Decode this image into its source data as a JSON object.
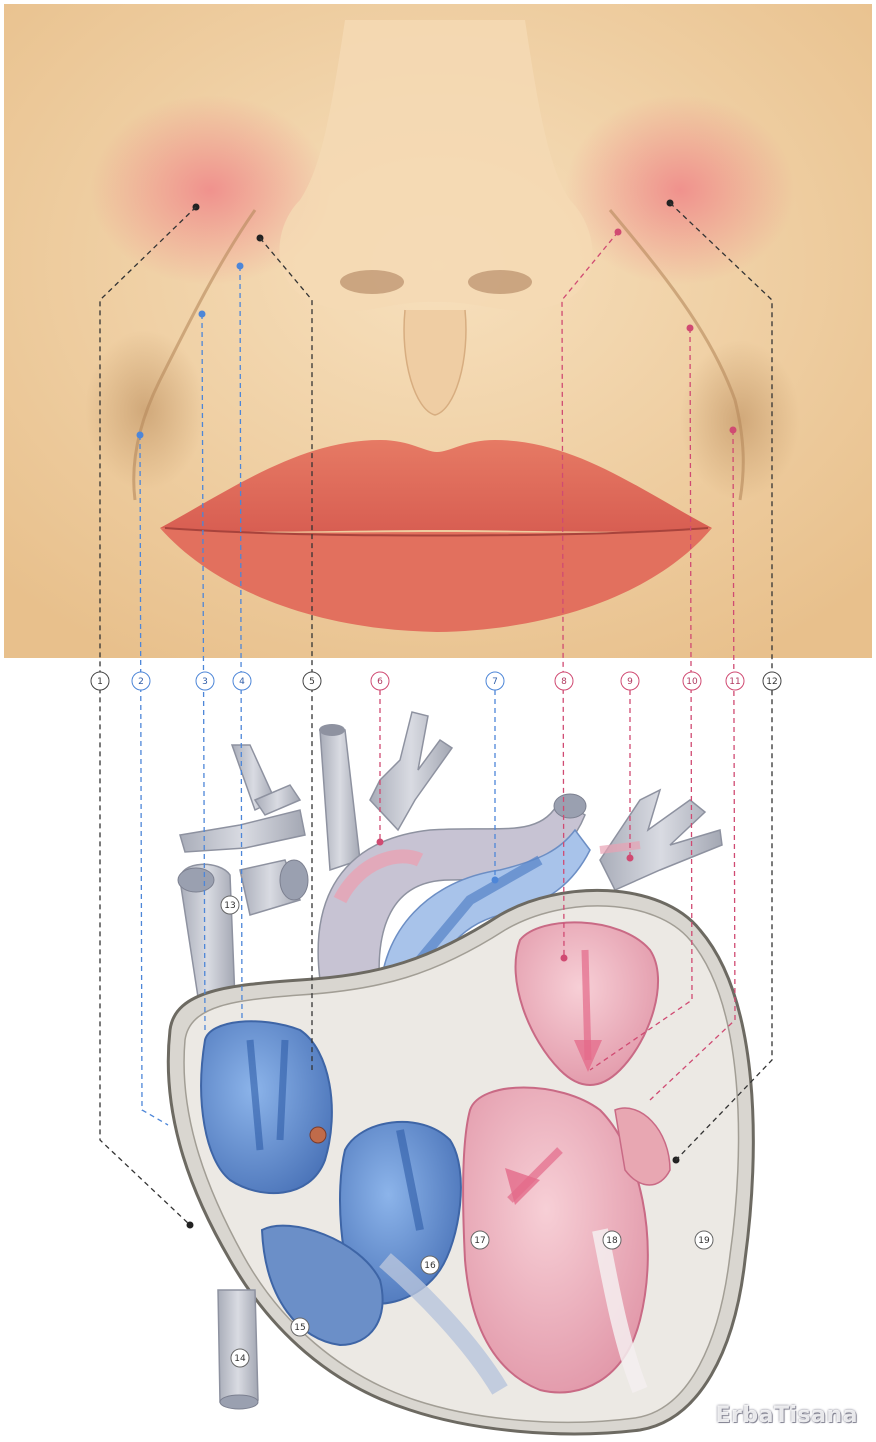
{
  "figure": {
    "panels": [
      "face-reflexology-map",
      "heart-cross-section"
    ]
  },
  "callouts": {
    "top_row": [
      "1",
      "2",
      "3",
      "4",
      "5",
      "6",
      "7",
      "8",
      "9",
      "10",
      "11",
      "12"
    ],
    "heart": [
      "13",
      "14",
      "15",
      "16",
      "17",
      "18",
      "19"
    ]
  },
  "colors": {
    "skin": "#f2d3a8",
    "cheek_blush": "#f08a8a",
    "lips": "#e46a5a",
    "deoxygenated_blue": "#5a86c8",
    "oxygenated_pink": "#e9a2b4",
    "vessel_gray": "#b9bcc6",
    "line_black": "#333333",
    "line_blue": "#4d86d8",
    "line_pink": "#d04a72"
  },
  "watermark": "ErbaTisana"
}
